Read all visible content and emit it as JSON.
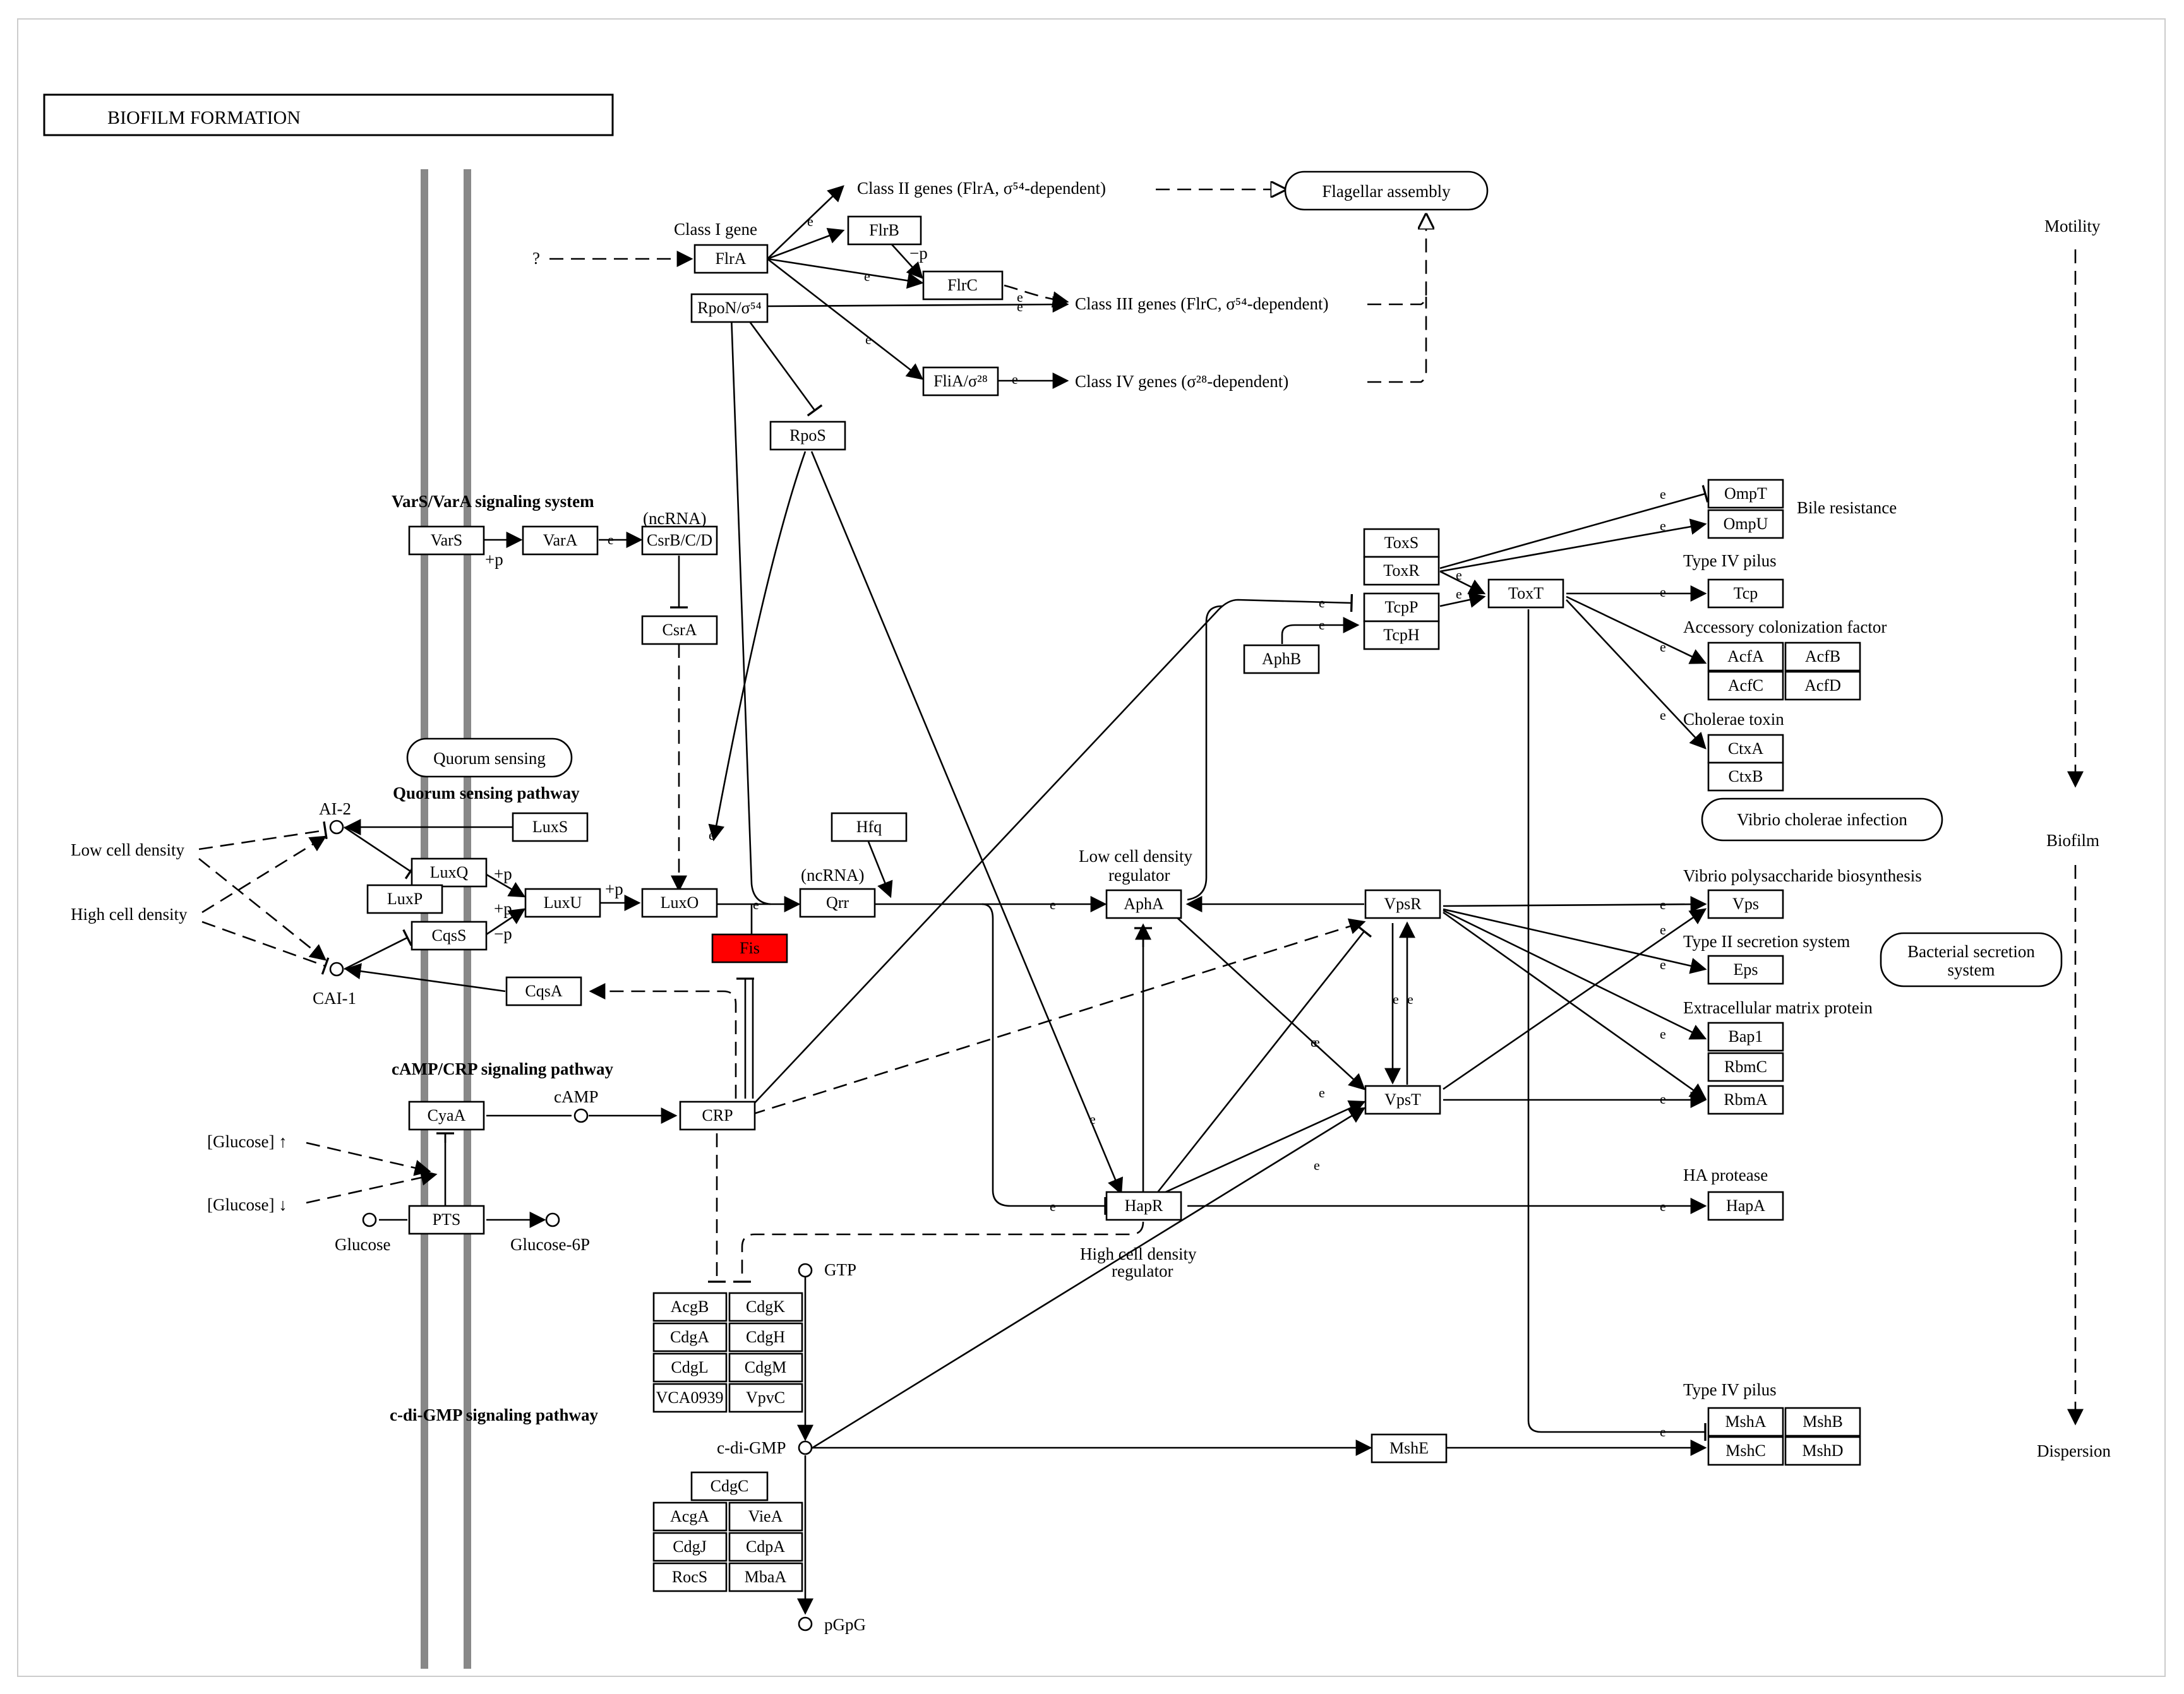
{
  "title": "BIOFILM FORMATION",
  "sections": {
    "vars_vara": "VarS/VarA signaling system",
    "quorum_pathway": "Quorum sensing pathway",
    "camp_crp": "cAMP/CRP signaling pathway",
    "cdigmp": "c-di-GMP signaling pathway"
  },
  "pathway_links": {
    "flagellar": "Flagellar assembly",
    "quorum": "Quorum sensing",
    "vibrio": "Vibrio cholerae infection",
    "secretion_1": "Bacterial secretion",
    "secretion_2": "system"
  },
  "phases": {
    "motility": "Motility",
    "biofilm": "Biofilm",
    "dispersion": "Dispersion"
  },
  "genes": {
    "flrA": "FlrA",
    "flrB": "FlrB",
    "flrC": "FlrC",
    "rpoN": "RpoN/σ⁵⁴",
    "fliA": "FliA/σ²⁸",
    "rpoS": "RpoS",
    "varS": "VarS",
    "varA": "VarA",
    "csrBCD": "CsrB/C/D",
    "csrA": "CsrA",
    "luxS": "LuxS",
    "luxQ": "LuxQ",
    "luxP": "LuxP",
    "cqsS": "CqsS",
    "luxU": "LuxU",
    "luxO": "LuxO",
    "fis": "Fis",
    "hfq": "Hfq",
    "qrr": "Qrr",
    "cqsA": "CqsA",
    "cyaA": "CyaA",
    "pts": "PTS",
    "crp": "CRP",
    "aphA": "AphA",
    "hapR": "HapR",
    "vpsR": "VpsR",
    "vpsT": "VpsT",
    "toxS": "ToxS",
    "toxR": "ToxR",
    "tcpP": "TcpP",
    "tcpH": "TcpH",
    "aphB": "AphB",
    "toxT": "ToxT",
    "ompT": "OmpT",
    "ompU": "OmpU",
    "tcp": "Tcp",
    "acfA": "AcfA",
    "acfB": "AcfB",
    "acfC": "AcfC",
    "acfD": "AcfD",
    "ctxA": "CtxA",
    "ctxB": "CtxB",
    "vps": "Vps",
    "eps": "Eps",
    "bap1": "Bap1",
    "rbmC": "RbmC",
    "rbmA": "RbmA",
    "hapA": "HapA",
    "mshE": "MshE",
    "mshA": "MshA",
    "mshB": "MshB",
    "mshC": "MshC",
    "mshD": "MshD",
    "acgB": "AcgB",
    "cdgK": "CdgK",
    "cdgA": "CdgA",
    "cdgH": "CdgH",
    "cdgL": "CdgL",
    "cdgM": "CdgM",
    "vca0939": "VCA0939",
    "vpvC": "VpvC",
    "cdgC": "CdgC",
    "acgA": "AcgA",
    "vieA": "VieA",
    "cdgJ": "CdgJ",
    "cdpA": "CdpA",
    "rocS": "RocS",
    "mbaA": "MbaA"
  },
  "labels": {
    "class1": "Class I gene",
    "class2": "Class II genes (FlrA, σ⁵⁴-dependent)",
    "class3": "Class III genes (FlrC, σ⁵⁴-dependent)",
    "class4": "Class IV genes (σ²⁸-dependent)",
    "question": "?",
    "ncrna1": "(ncRNA)",
    "ncrna2": "(ncRNA)",
    "ai2": "AI-2",
    "cai1": "CAI-1",
    "low_density": "Low cell density",
    "high_density": "High cell density",
    "camp": "cAMP",
    "glucose_up": "[Glucose] ↑",
    "glucose_down": "[Glucose] ↓",
    "glucose": "Glucose",
    "glucose6p": "Glucose-6P",
    "gtp": "GTP",
    "cdigmp": "c-di-GMP",
    "pgpg": "pGpG",
    "low_reg_1": "Low cell density",
    "low_reg_2": "regulator",
    "high_reg_1": "High cell density",
    "high_reg_2": "regulator",
    "bile": "Bile resistance",
    "t4p_1": "Type IV pilus",
    "acf": "Accessory colonization factor",
    "cholera": "Cholerae toxin",
    "vps_bio": "Vibrio polysaccharide biosynthesis",
    "t2ss": "Type II secretion system",
    "ecm": "Extracellular matrix protein",
    "ha": "HA protease",
    "t4p_2": "Type IV pilus",
    "p1": "+p",
    "p2": "+p",
    "p3": "+p",
    "p4": "+p",
    "p5": "−p",
    "p6": "−p"
  },
  "colors": {
    "highlight": "#ff0000",
    "membrane": "#888888"
  }
}
